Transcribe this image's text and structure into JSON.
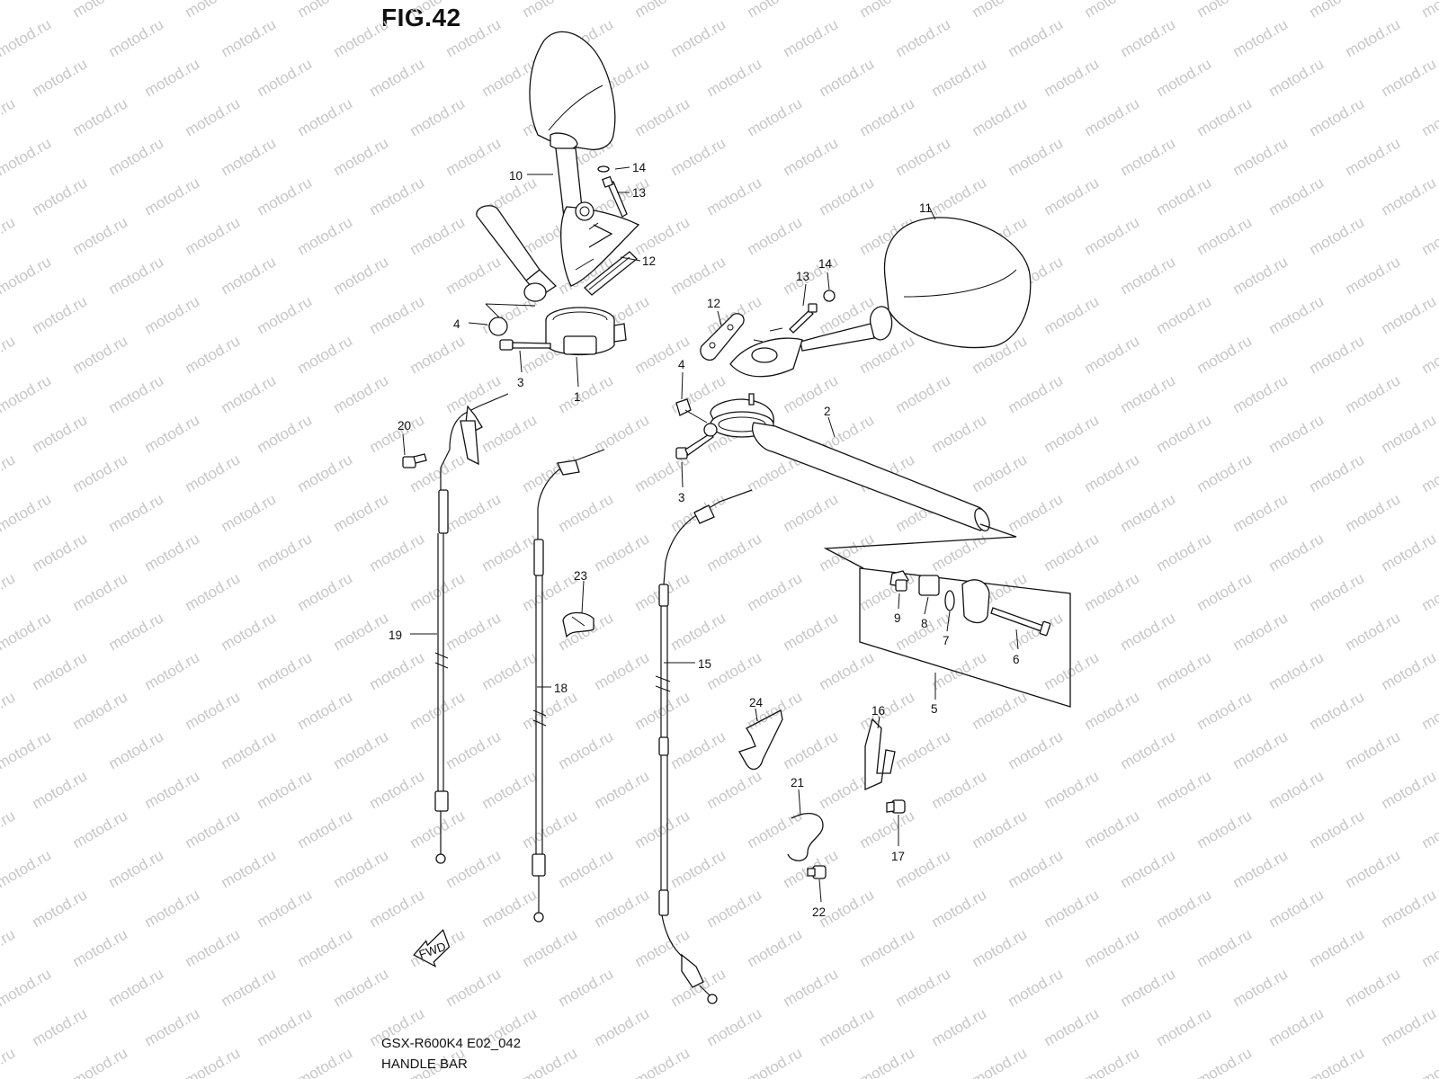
{
  "figure": {
    "title": "FIG.42",
    "model_code": "GSX-R600K4 E02_042",
    "name": "HANDLE BAR",
    "watermark": "motod.ru",
    "fwd_label": "FWD"
  },
  "callouts": [
    "1",
    "2",
    "3",
    "3",
    "4",
    "4",
    "5",
    "6",
    "7",
    "8",
    "9",
    "10",
    "11",
    "12",
    "12",
    "13",
    "13",
    "14",
    "14",
    "15",
    "16",
    "17",
    "18",
    "19",
    "20",
    "21",
    "22",
    "23",
    "24"
  ]
}
